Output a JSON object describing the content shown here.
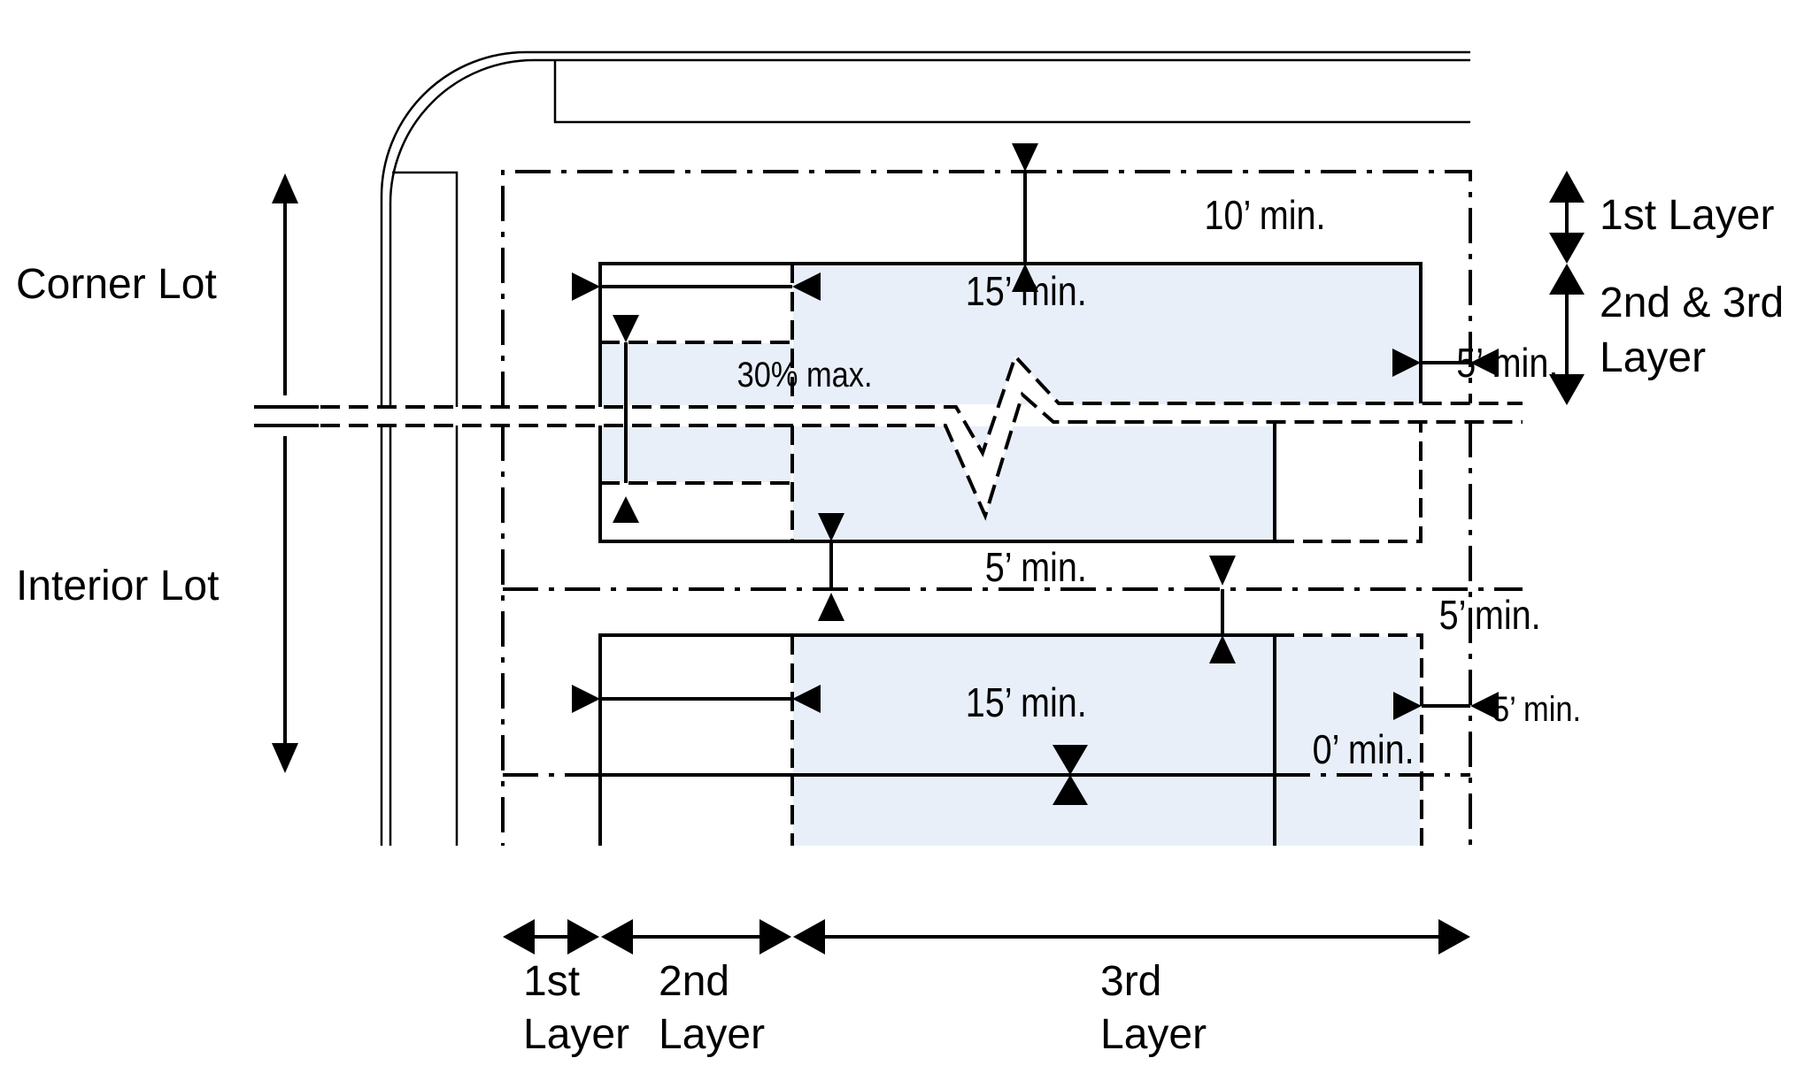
{
  "diagram": {
    "title": "Building layer setback diagram (corner lot and interior lot)",
    "colors": {
      "line": "#000000",
      "building_fill": "#e8eff9",
      "background": "#ffffff"
    },
    "lot_labels": {
      "corner": "Corner Lot",
      "interior": "Interior Lot"
    },
    "vertical_layer_labels": {
      "first": "1st Layer",
      "second_third_line1": "2nd & 3rd",
      "second_third_line2": "Layer"
    },
    "horizontal_layer_labels": [
      {
        "line1": "1st",
        "line2": "Layer"
      },
      {
        "line1": "2nd",
        "line2": "Layer"
      },
      {
        "line1": "3rd",
        "line2": "Layer"
      }
    ],
    "dimensions": {
      "front_setback": "10’ min.",
      "corner_layer2_depth": "15’ min.",
      "corner_side_setback": "5’ min.",
      "frontage_limit": "30% max.",
      "between_lots_upper": "5’ min.",
      "between_lots_lower": "5’ min.",
      "interior_layer2_depth": "15’ min.",
      "interior_side_setback": "5’ min.",
      "interior_rear": "0’ min."
    }
  }
}
